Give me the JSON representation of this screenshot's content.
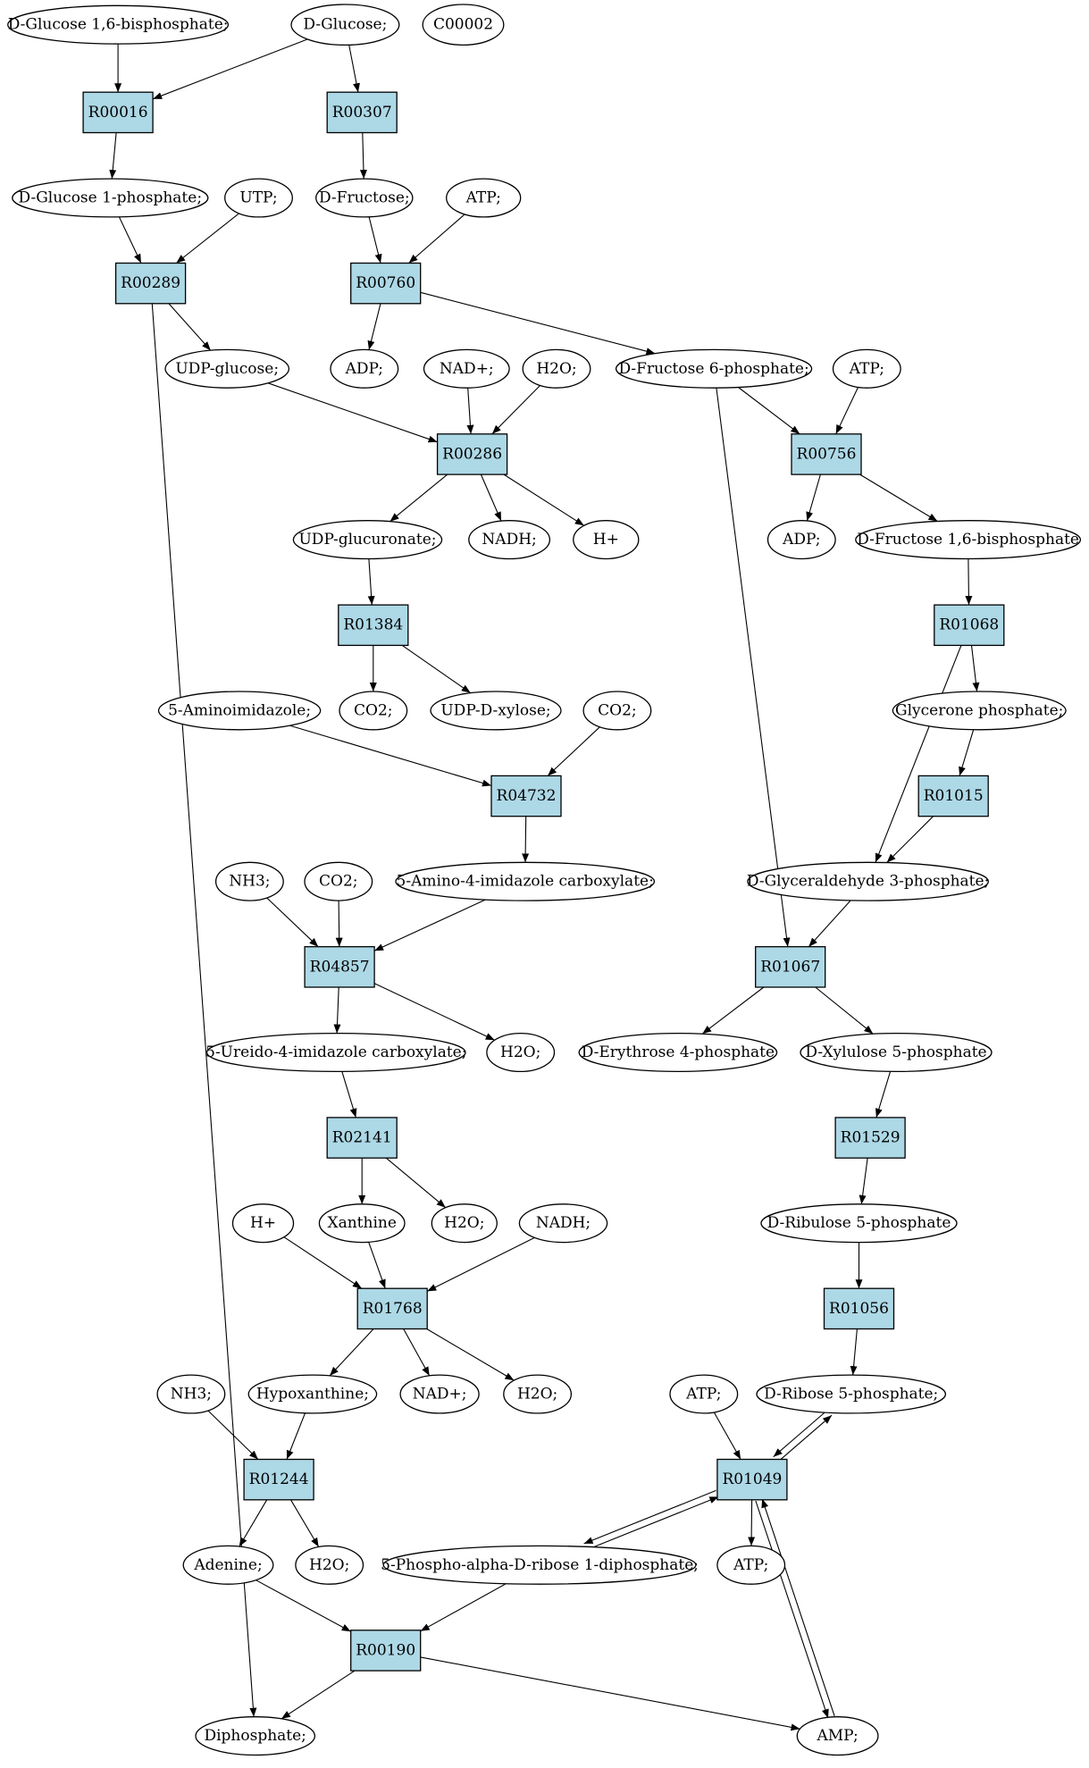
{
  "colors": {
    "reaction_fill": "#add8e6",
    "compound_fill": "#ffffff",
    "start_fill": "#00ee00",
    "target_fill": "#ffff00",
    "stroke": "#000000"
  },
  "compounds": [
    {
      "id": "c1",
      "label": "D-Glucose 1,6-bisphosphate;"
    },
    {
      "id": "c2",
      "label": "D-Glucose;",
      "role": "start"
    },
    {
      "id": "c3",
      "label": "C00002",
      "role": "target"
    },
    {
      "id": "c4",
      "label": "D-Glucose 1-phosphate;"
    },
    {
      "id": "c5",
      "label": "UTP;"
    },
    {
      "id": "c6",
      "label": "D-Fructose;"
    },
    {
      "id": "c7",
      "label": "ATP;"
    },
    {
      "id": "c8",
      "label": "UDP-glucose;"
    },
    {
      "id": "c9",
      "label": "ADP;"
    },
    {
      "id": "c10",
      "label": "NAD+;"
    },
    {
      "id": "c11",
      "label": "H2O;"
    },
    {
      "id": "c12",
      "label": "D-Fructose 6-phosphate;"
    },
    {
      "id": "c13",
      "label": "ATP;"
    },
    {
      "id": "c14",
      "label": "UDP-glucuronate;"
    },
    {
      "id": "c15",
      "label": "NADH;"
    },
    {
      "id": "c16",
      "label": "H+"
    },
    {
      "id": "c17",
      "label": "ADP;"
    },
    {
      "id": "c18",
      "label": "D-Fructose 1,6-bisphosphate"
    },
    {
      "id": "c19",
      "label": "5-Aminoimidazole;"
    },
    {
      "id": "c20",
      "label": "CO2;"
    },
    {
      "id": "c21",
      "label": "UDP-D-xylose;"
    },
    {
      "id": "c22",
      "label": "CO2;"
    },
    {
      "id": "c23",
      "label": "Glycerone phosphate;"
    },
    {
      "id": "c24",
      "label": "NH3;"
    },
    {
      "id": "c25",
      "label": "CO2;"
    },
    {
      "id": "c26",
      "label": "5-Amino-4-imidazole carboxylate;"
    },
    {
      "id": "c27",
      "label": "D-Glyceraldehyde 3-phosphate;"
    },
    {
      "id": "c28",
      "label": "5-Ureido-4-imidazole carboxylate;"
    },
    {
      "id": "c29",
      "label": "H2O;"
    },
    {
      "id": "c30",
      "label": "D-Erythrose 4-phosphate"
    },
    {
      "id": "c31",
      "label": "D-Xylulose 5-phosphate"
    },
    {
      "id": "c32",
      "label": "H+"
    },
    {
      "id": "c33",
      "label": "Xanthine"
    },
    {
      "id": "c34",
      "label": "H2O;"
    },
    {
      "id": "c35",
      "label": "NADH;"
    },
    {
      "id": "c36",
      "label": "D-Ribulose 5-phosphate"
    },
    {
      "id": "c37",
      "label": "NH3;"
    },
    {
      "id": "c38",
      "label": "Hypoxanthine;"
    },
    {
      "id": "c39",
      "label": "NAD+;"
    },
    {
      "id": "c40",
      "label": "H2O;"
    },
    {
      "id": "c41",
      "label": "ATP;"
    },
    {
      "id": "c42",
      "label": "D-Ribose 5-phosphate;"
    },
    {
      "id": "c43",
      "label": "Adenine;"
    },
    {
      "id": "c44",
      "label": "H2O;"
    },
    {
      "id": "c45",
      "label": "5-Phospho-alpha-D-ribose 1-diphosphate;"
    },
    {
      "id": "c46",
      "label": "ATP;"
    },
    {
      "id": "c47",
      "label": "Diphosphate;"
    },
    {
      "id": "c48",
      "label": "AMP;"
    }
  ],
  "reactions": [
    {
      "id": "r1",
      "label": "R00016"
    },
    {
      "id": "r2",
      "label": "R00307"
    },
    {
      "id": "r3",
      "label": "R00289"
    },
    {
      "id": "r4",
      "label": "R00760"
    },
    {
      "id": "r5",
      "label": "R00286"
    },
    {
      "id": "r6",
      "label": "R00756"
    },
    {
      "id": "r7",
      "label": "R01384"
    },
    {
      "id": "r8",
      "label": "R01068"
    },
    {
      "id": "r9",
      "label": "R01015"
    },
    {
      "id": "r10",
      "label": "R04732"
    },
    {
      "id": "r11",
      "label": "R04857"
    },
    {
      "id": "r12",
      "label": "R01067"
    },
    {
      "id": "r13",
      "label": "R02141"
    },
    {
      "id": "r14",
      "label": "R01529"
    },
    {
      "id": "r15",
      "label": "R01768"
    },
    {
      "id": "r16",
      "label": "R01056"
    },
    {
      "id": "r17",
      "label": "R01244"
    },
    {
      "id": "r18",
      "label": "R01049"
    },
    {
      "id": "r19",
      "label": "R00190"
    }
  ],
  "edges": [
    [
      "c1",
      "r1"
    ],
    [
      "c2",
      "r1"
    ],
    [
      "c2",
      "r2"
    ],
    [
      "r1",
      "c4"
    ],
    [
      "r2",
      "c6"
    ],
    [
      "c4",
      "r3"
    ],
    [
      "c5",
      "r3"
    ],
    [
      "c6",
      "r4"
    ],
    [
      "c7",
      "r4"
    ],
    [
      "r3",
      "c8"
    ],
    [
      "r3",
      "c47"
    ],
    [
      "r4",
      "c9"
    ],
    [
      "r4",
      "c12"
    ],
    [
      "c8",
      "r5"
    ],
    [
      "c10",
      "r5"
    ],
    [
      "c11",
      "r5"
    ],
    [
      "c12",
      "r6"
    ],
    [
      "c13",
      "r6"
    ],
    [
      "c12",
      "r12"
    ],
    [
      "r5",
      "c14"
    ],
    [
      "r5",
      "c15"
    ],
    [
      "r5",
      "c16"
    ],
    [
      "r6",
      "c17"
    ],
    [
      "r6",
      "c18"
    ],
    [
      "c14",
      "r7"
    ],
    [
      "r7",
      "c20"
    ],
    [
      "r7",
      "c21"
    ],
    [
      "c18",
      "r8"
    ],
    [
      "r8",
      "c23"
    ],
    [
      "r8",
      "c27"
    ],
    [
      "c23",
      "r9"
    ],
    [
      "r9",
      "c27"
    ],
    [
      "c19",
      "r10"
    ],
    [
      "c22",
      "r10"
    ],
    [
      "r10",
      "c26"
    ],
    [
      "c24",
      "r11"
    ],
    [
      "c25",
      "r11"
    ],
    [
      "c26",
      "r11"
    ],
    [
      "r11",
      "c28"
    ],
    [
      "r11",
      "c29"
    ],
    [
      "c27",
      "r12"
    ],
    [
      "r12",
      "c30"
    ],
    [
      "r12",
      "c31"
    ],
    [
      "c28",
      "r13"
    ],
    [
      "r13",
      "c33"
    ],
    [
      "r13",
      "c34"
    ],
    [
      "c31",
      "r14"
    ],
    [
      "r14",
      "c36"
    ],
    [
      "c32",
      "r15"
    ],
    [
      "c33",
      "r15"
    ],
    [
      "c35",
      "r15"
    ],
    [
      "r15",
      "c38"
    ],
    [
      "r15",
      "c39"
    ],
    [
      "r15",
      "c40"
    ],
    [
      "c36",
      "r16"
    ],
    [
      "r16",
      "c42"
    ],
    [
      "c37",
      "r17"
    ],
    [
      "c38",
      "r17"
    ],
    [
      "r17",
      "c43"
    ],
    [
      "r17",
      "c44"
    ],
    [
      "c41",
      "r18"
    ],
    [
      "c42",
      "r18"
    ],
    [
      "r18",
      "c42"
    ],
    [
      "c45",
      "r18"
    ],
    [
      "r18",
      "c45"
    ],
    [
      "r18",
      "c46"
    ],
    [
      "r18",
      "c48"
    ],
    [
      "c48",
      "r18"
    ],
    [
      "c43",
      "r19"
    ],
    [
      "c45",
      "r19"
    ],
    [
      "r19",
      "c47"
    ],
    [
      "r19",
      "c48"
    ]
  ]
}
